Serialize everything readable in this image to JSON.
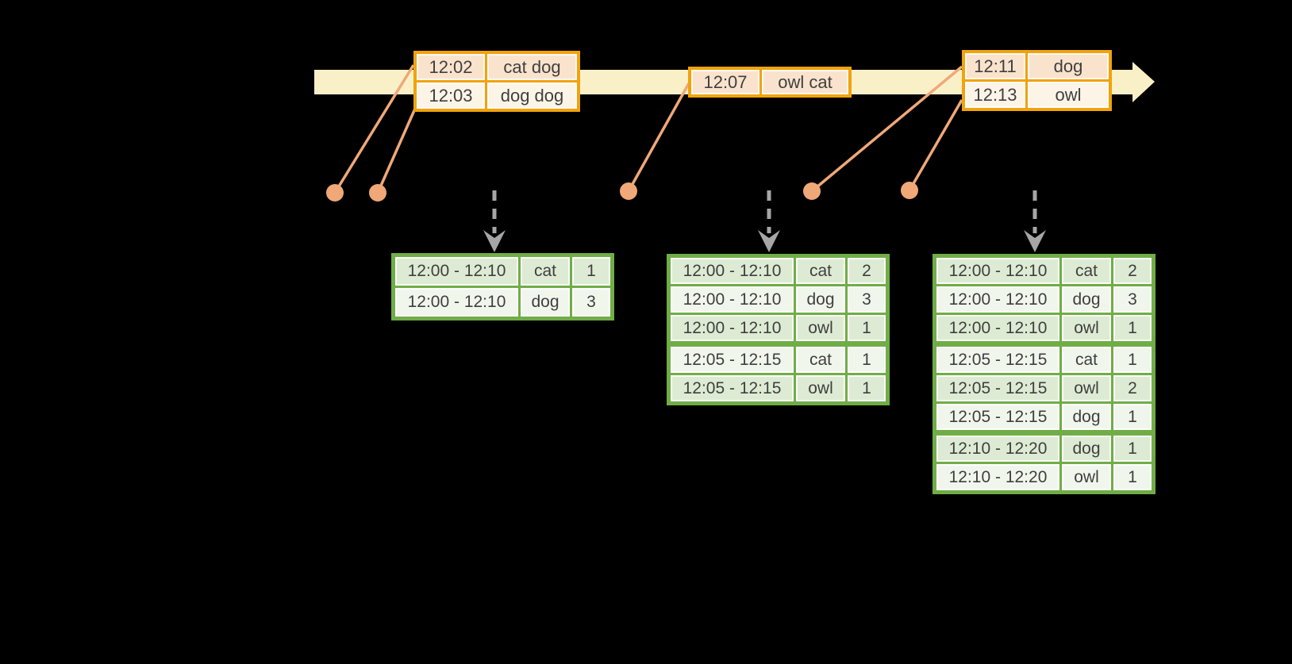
{
  "diagram": {
    "title": "windowed-word-count-streaming-diagram",
    "colors": {
      "timeline_fill": "#FAF0C8",
      "event_border": "#F0A30A",
      "event_row_dark": "#FAE3CD",
      "event_row_light": "#FDF4E8",
      "connector": "#F0A878",
      "dashed_arrow": "#A6A6A6",
      "table_border": "#70AD47",
      "table_row_dark": "#DEEBD4",
      "table_row_light": "#F1F6ED",
      "text": "#3F3F3F"
    },
    "event_boxes": [
      {
        "rows": [
          {
            "time": "12:02",
            "words": "cat dog"
          },
          {
            "time": "12:03",
            "words": "dog dog"
          }
        ]
      },
      {
        "rows": [
          {
            "time": "12:07",
            "words": "owl cat"
          }
        ]
      },
      {
        "rows": [
          {
            "time": "12:11",
            "words": "dog"
          },
          {
            "time": "12:13",
            "words": "owl"
          }
        ]
      }
    ],
    "result_tables": [
      {
        "rows": [
          {
            "window": "12:00 - 12:10",
            "word": "cat",
            "count": "1"
          },
          {
            "window": "12:00 - 12:10",
            "word": "dog",
            "count": "3"
          }
        ]
      },
      {
        "rows": [
          {
            "window": "12:00 - 12:10",
            "word": "cat",
            "count": "2"
          },
          {
            "window": "12:00 - 12:10",
            "word": "dog",
            "count": "3"
          },
          {
            "window": "12:00 - 12:10",
            "word": "owl",
            "count": "1"
          },
          {
            "window": "12:05 - 12:15",
            "word": "cat",
            "count": "1"
          },
          {
            "window": "12:05 - 12:15",
            "word": "owl",
            "count": "1"
          }
        ]
      },
      {
        "rows": [
          {
            "window": "12:00 - 12:10",
            "word": "cat",
            "count": "2"
          },
          {
            "window": "12:00 - 12:10",
            "word": "dog",
            "count": "3"
          },
          {
            "window": "12:00 - 12:10",
            "word": "owl",
            "count": "1"
          },
          {
            "window": "12:05 - 12:15",
            "word": "cat",
            "count": "1"
          },
          {
            "window": "12:05 - 12:15",
            "word": "owl",
            "count": "2"
          },
          {
            "window": "12:05 - 12:15",
            "word": "dog",
            "count": "1"
          },
          {
            "window": "12:10 - 12:20",
            "word": "dog",
            "count": "1"
          },
          {
            "window": "12:10 - 12:20",
            "word": "owl",
            "count": "1"
          }
        ]
      }
    ]
  }
}
